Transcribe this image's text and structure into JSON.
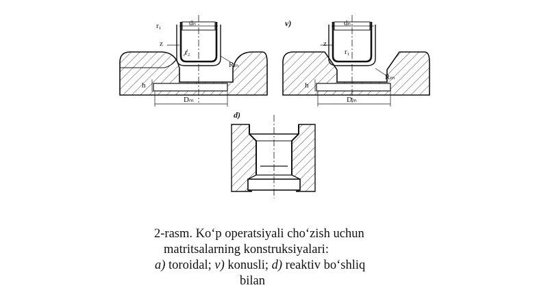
{
  "figure": {
    "panel_v_label": "v)",
    "panel_d_label": "d)",
    "labels_a": {
      "r_top": "r₁",
      "d_punch": "dₙ",
      "z": "z",
      "r_inner": "r₂",
      "r_die": "Rₘ",
      "h": "h",
      "D_die": "Dₘ"
    },
    "labels_v": {
      "d_punch": "dₙ",
      "z": "z",
      "r_inner": "r₁",
      "r_die": "Rₘ",
      "h": "h",
      "D_die": "Dₘ"
    }
  },
  "caption": {
    "line1": "2-rasm. Koʻp operatsiyali choʻzish uchun",
    "line2": "matritsalarning konstruksiyalari:",
    "line3": {
      "a_mark": "a)",
      "a_text": " toroidal; ",
      "v_mark": "v)",
      "v_text": " konusli; ",
      "d_mark": "d)",
      "d_text": " reaktiv boʻshliq"
    },
    "line4": "bilan"
  }
}
